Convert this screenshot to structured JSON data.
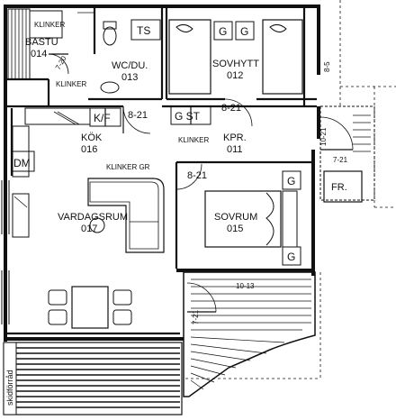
{
  "rooms": [
    {
      "key": "bastu",
      "name": "BASTU",
      "number": "014"
    },
    {
      "key": "wc",
      "name": "WC/DU.",
      "number": "013"
    },
    {
      "key": "sovhytt",
      "name": "SOVHYTT",
      "number": "012"
    },
    {
      "key": "kok",
      "name": "KÖK",
      "number": "016"
    },
    {
      "key": "kpr",
      "name": "KPR.",
      "number": "011"
    },
    {
      "key": "vardagsrum",
      "name": "VARDAGSRUM",
      "number": "017"
    },
    {
      "key": "sovrum",
      "name": "SOVRUM",
      "number": "015"
    }
  ],
  "floor_labels": {
    "klinker_bastu": "KLINKER",
    "klinker_wc": "KLINKER",
    "klinker_kpr": "KLINKER",
    "klinker_gr": "KLINKER GR"
  },
  "fixtures": {
    "ts": "TS",
    "kf": "K/F",
    "dm": "DM",
    "g_st": "G ST",
    "fr": "FR.",
    "g": "G"
  },
  "door_sizes": {
    "bastu_door": "7-20",
    "kpr_door": "8-21",
    "sovhytt_door": "8-21",
    "sovrum_door": "8-21",
    "entry_door": "10-21",
    "entry_door2": "7-21",
    "side_window": "8-5",
    "terrace_door": "10-13",
    "terrace_door2": "7-21"
  },
  "vertical_note": "skidförråd"
}
